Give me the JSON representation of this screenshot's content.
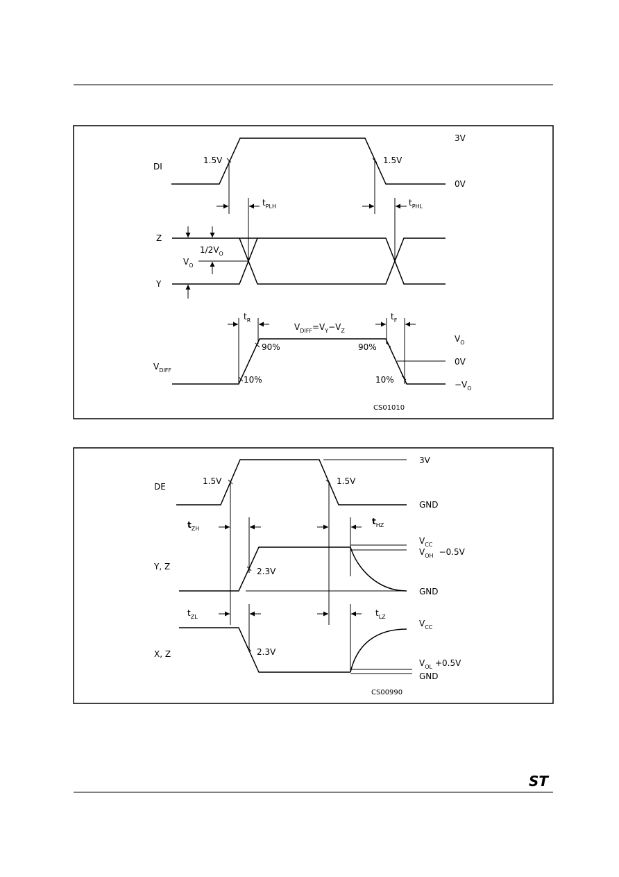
{
  "diagram1": {
    "code": "CS01010",
    "signals": {
      "di": "DI",
      "z": "Z",
      "y": "Y",
      "vdiff_main": "V",
      "vdiff_sub": "DIFF"
    },
    "di_labels": {
      "rise": "1.5V",
      "fall": "1.5V",
      "high": "3V",
      "low": "0V"
    },
    "prop": {
      "t": "t",
      "plh_sub": "PLH",
      "phl_sub": "PHL"
    },
    "vo": {
      "half_pre": "1/2V",
      "half_sub": "O",
      "v": "V",
      "sub": "O"
    },
    "rise": {
      "t": "t",
      "sub": "R"
    },
    "fall": {
      "t": "t",
      "sub": "F"
    },
    "formula": {
      "v1": "V",
      "s1": "DIFF",
      "eq": "=V",
      "s2": "Y",
      "minus": "−V",
      "s3": "Z"
    },
    "levels": {
      "p90_left": "90%",
      "p90_right": "90%",
      "p10_left": "10%",
      "p10_right": "10%",
      "vo_v": "V",
      "vo_sub": "O",
      "zero": "0V",
      "neg_v": "−V",
      "neg_sub": "O"
    }
  },
  "diagram2": {
    "code": "CS00990",
    "signals": {
      "de": "DE",
      "yz": "Y, Z",
      "xz": "X, Z"
    },
    "de_labels": {
      "rise": "1.5V",
      "fall": "1.5V",
      "high": "3V",
      "low": "GND"
    },
    "tzh": {
      "t": "t",
      "sub": "ZH"
    },
    "thz": {
      "t": "t",
      "sub": "HZ"
    },
    "tzl": {
      "t": "t",
      "sub": "ZL"
    },
    "tlz": {
      "t": "t",
      "sub": "LZ"
    },
    "yz_labels": {
      "level": "2.3V",
      "vcc_v": "V",
      "vcc_sub": "CC",
      "voh_v": "V",
      "voh_sub": "OH",
      "voh_off": "−0.5V",
      "gnd": "GND"
    },
    "xz_labels": {
      "level": "2.3V",
      "vcc_v": "V",
      "vcc_sub": "CC",
      "vol_v": "V",
      "vol_sub": "OL",
      "vol_off": "+0.5V",
      "gnd": "GND"
    }
  },
  "logo": {
    "text": "ST"
  }
}
